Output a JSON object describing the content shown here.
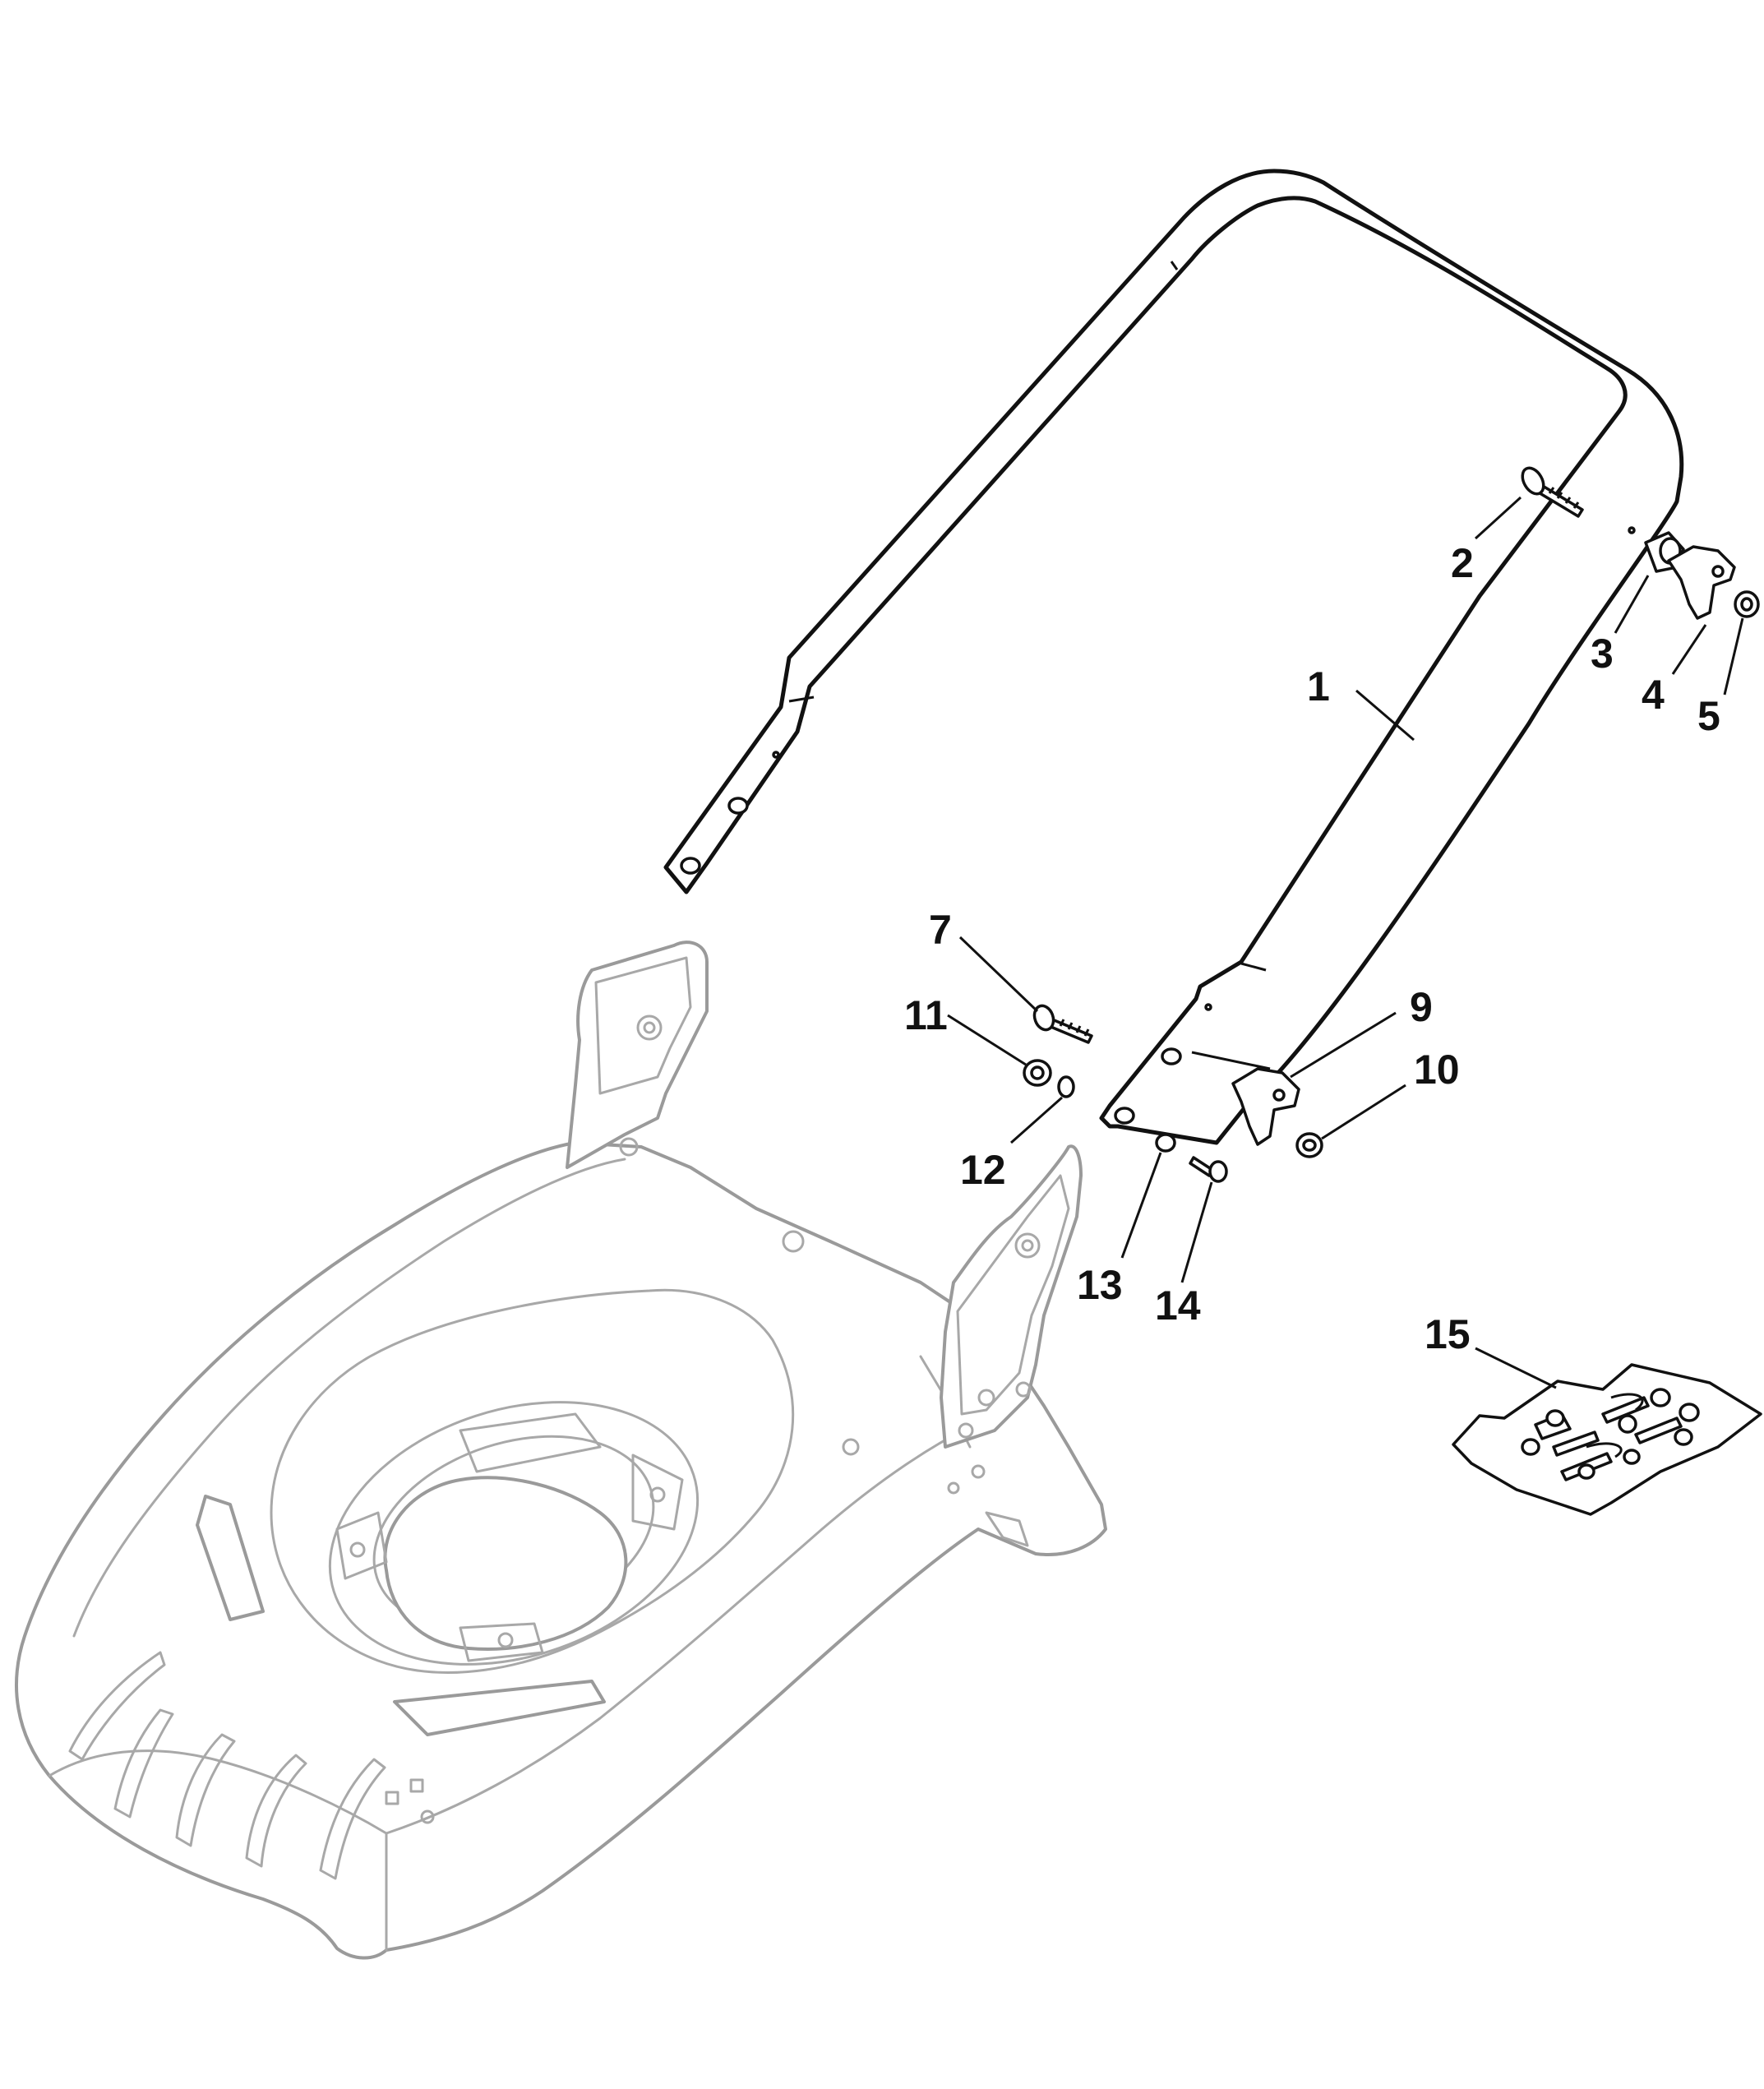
{
  "diagram": {
    "callouts": [
      {
        "label": "1"
      },
      {
        "label": "2"
      },
      {
        "label": "3"
      },
      {
        "label": "4"
      },
      {
        "label": "5"
      },
      {
        "label": "7"
      },
      {
        "label": "9"
      },
      {
        "label": "10"
      },
      {
        "label": "11"
      },
      {
        "label": "12"
      },
      {
        "label": "13"
      },
      {
        "label": "14"
      },
      {
        "label": "15"
      }
    ],
    "colors": {
      "line": "#111111",
      "deck": "#9a9a9a",
      "background": "#ffffff"
    }
  }
}
